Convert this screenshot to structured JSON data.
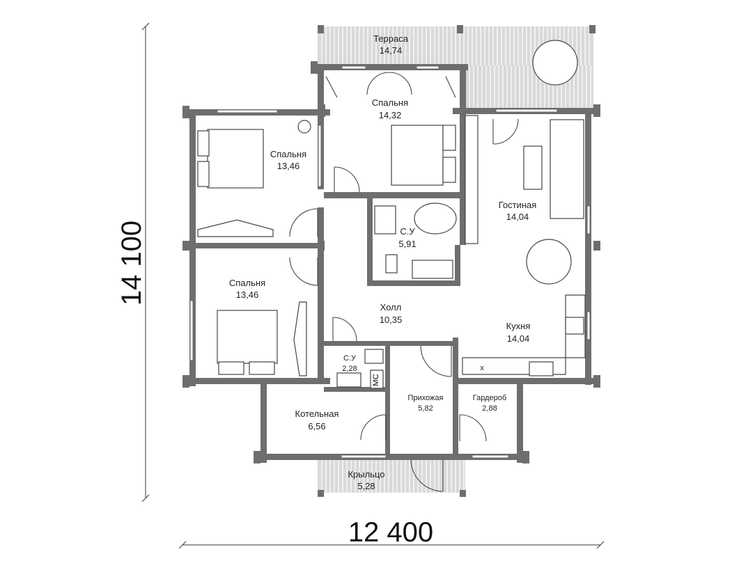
{
  "dimensions": {
    "width_label": "12 400",
    "height_label": "14 100"
  },
  "rooms": {
    "terrace": {
      "name": "Терраса",
      "area": "14,74"
    },
    "bedroom_1": {
      "name": "Спальня",
      "area": "14,32"
    },
    "bedroom_2": {
      "name": "Спальня",
      "area": "13,46"
    },
    "bedroom_3": {
      "name": "Спальня",
      "area": "13,46"
    },
    "bathroom_1": {
      "name": "С.У",
      "area": "5,91"
    },
    "living": {
      "name": "Гостиная",
      "area": "14,04"
    },
    "hall": {
      "name": "Холл",
      "area": "10,35"
    },
    "kitchen": {
      "name": "Кухня",
      "area": "14,04"
    },
    "bathroom_2": {
      "name": "С.У",
      "area": "2,28"
    },
    "boiler": {
      "name": "Котельная",
      "area": "6,56"
    },
    "entrance": {
      "name": "Прихожая",
      "area": "5,82"
    },
    "wardrobe": {
      "name": "Гардероб",
      "area": "2,88"
    },
    "porch": {
      "name": "Крыльцо",
      "area": "5,28"
    }
  },
  "fixtures": {
    "washer_label": "МС",
    "stove_mark": "x"
  },
  "colors": {
    "wall": "#6e6e6e",
    "deck": "#d9d9d9",
    "background": "#ffffff"
  }
}
